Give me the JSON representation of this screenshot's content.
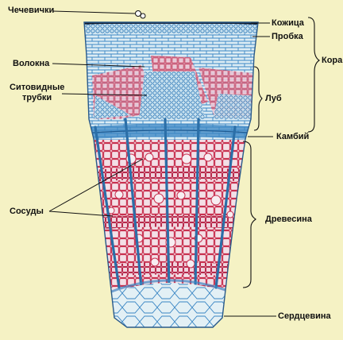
{
  "labels": {
    "lenticels": "Чечевички",
    "epidermis": "Кожица",
    "cork": "Пробка",
    "bark": "Кора",
    "fibers": "Волокна",
    "sieve_tubes_line1": "Ситовидные",
    "sieve_tubes_line2": "трубки",
    "phloem": "Луб",
    "cambium": "Камбий",
    "vessels": "Сосуды",
    "wood": "Древесина",
    "pith": "Сердцевина"
  },
  "colors": {
    "background": "#f5f2c4",
    "cell_blue": "#3a86c4",
    "cell_light_blue": "#8cc4e8",
    "cell_red": "#c8304f",
    "cell_pink": "#e7a3b8",
    "cork_dark": "#1c2a44",
    "leader_line": "#111111"
  }
}
